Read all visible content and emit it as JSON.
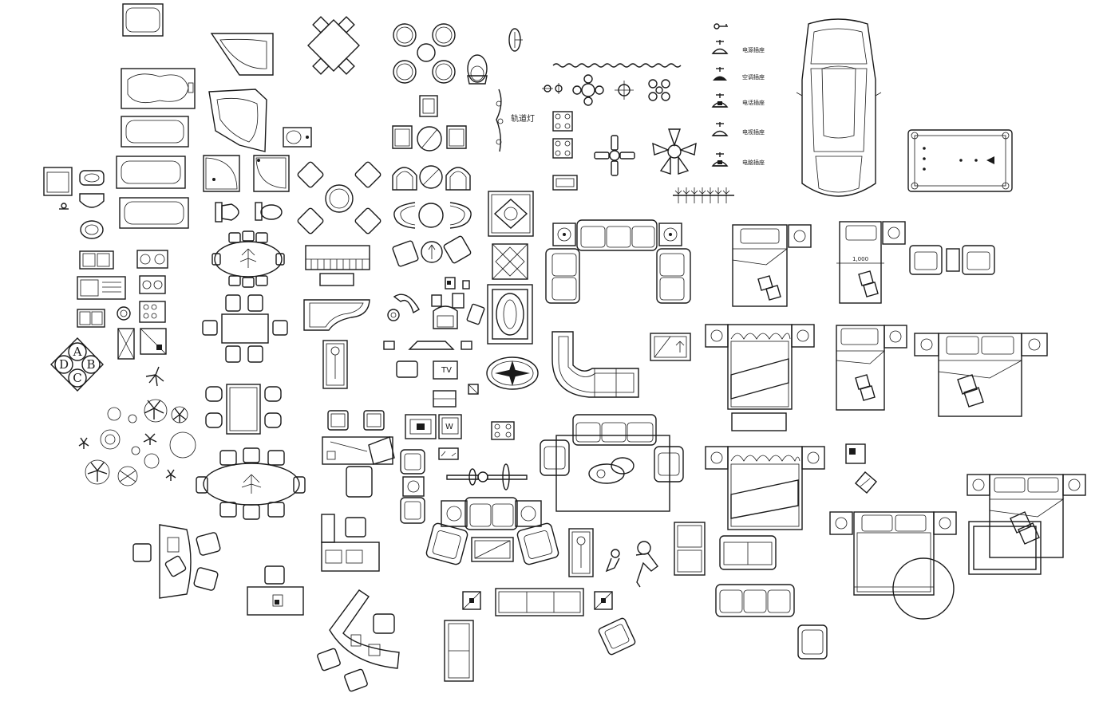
{
  "labels": {
    "track_light": "轨道灯",
    "legend_1": "电源插座",
    "legend_2": "空调插座",
    "legend_3": "电话插座",
    "legend_4": "电视插座",
    "legend_5": "电脑插座",
    "dimension": "1,000",
    "tv": "TV",
    "monitor": "W",
    "circle_a": "A",
    "circle_b": "B",
    "circle_c": "C",
    "circle_d": "D"
  },
  "colors": {
    "line": "#1a1a1a",
    "background": "#ffffff"
  }
}
